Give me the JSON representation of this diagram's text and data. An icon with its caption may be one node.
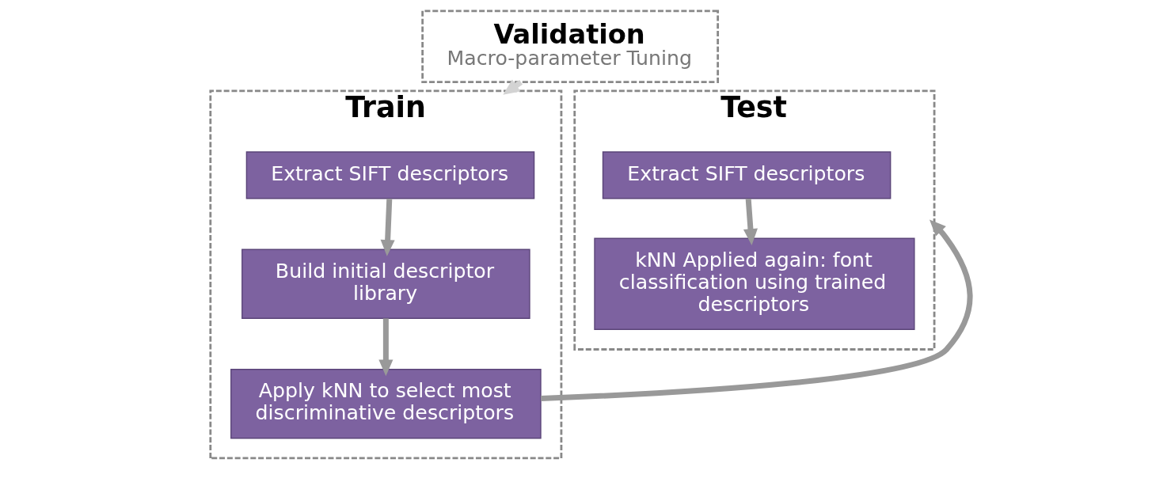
{
  "diagram": {
    "nodes": [
      {
        "text": [
          "Train"
        ]
      },
      {
        "text": [
          "Extract SIFT descriptors"
        ],
        "in": 0
      },
      {
        "text": [
          "Build initial descriptor library"
        ],
        "in": 0
      },
      {
        "text": [
          "Apply kNN to select most discriminative descriptors"
        ],
        "in": 0
      },
      {
        "text": [
          "Validation",
          "Macro-parameter Tuning"
        ]
      },
      {
        "text": [
          "Test"
        ]
      },
      {
        "text": [
          "Extract SIFT descriptors"
        ],
        "in": 5
      },
      {
        "text": [
          "kNN Applied again: font classification using trained descriptors"
        ],
        "in": 5
      }
    ],
    "edges": [
      {
        "from": 1,
        "to": 2,
        "arrow": "to"
      },
      {
        "from": 2,
        "to": 3,
        "arrow": "to"
      },
      {
        "from": 4,
        "to": 0,
        "arrow": "to",
        "color": "#d3d3d3"
      },
      {
        "from": 3,
        "to": 5,
        "arrow": "to"
      },
      {
        "from": 6,
        "to": 7,
        "arrow": "to"
      }
    ]
  }
}
